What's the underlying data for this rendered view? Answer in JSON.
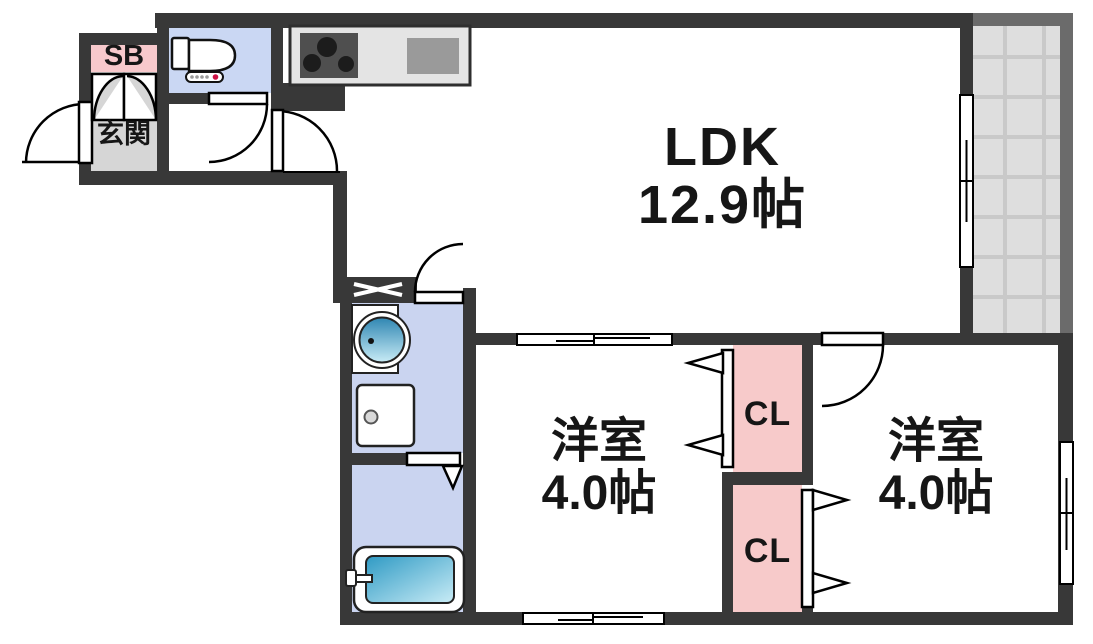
{
  "plan": {
    "rooms": {
      "ldk": {
        "name": "LDK",
        "size": "12.9帖"
      },
      "bedroom_center": {
        "name": "洋室",
        "size": "4.0帖"
      },
      "bedroom_right": {
        "name": "洋室",
        "size": "4.0帖"
      },
      "entrance": {
        "name": "玄関"
      },
      "shoe_box": {
        "label": "SB"
      },
      "closet_upper": {
        "label": "CL"
      },
      "closet_lower": {
        "label": "CL"
      }
    },
    "colors": {
      "wall": "#383838",
      "balcony_outer_wall": "#6b6b6b",
      "wet_room_floor": "#cad4f0",
      "toilet_room_floor": "#cad7f3",
      "closet_pink": "#f7caca",
      "shoe_box_pink": "#f7c9cc",
      "entrance_gray": "#d6d6d6",
      "balcony_floor": "#dedede",
      "balcony_grid": "#c9c9c9",
      "counter_gray": "#e4e4e4",
      "stove_dark": "#4f4f4f",
      "sink_gray": "#9a9a9a",
      "water_blue_dark": "#2f86b2",
      "water_blue_light": "#c9ecf6",
      "toilet_button_red": "#cc1144"
    },
    "icons": [
      "toilet-icon",
      "stove-icon",
      "sink-icon",
      "washbasin-icon",
      "washing-machine-icon",
      "bathtub-icon",
      "door-swing-icon",
      "sliding-window-icon",
      "folding-door-icon",
      "pipe-space-icon",
      "entrance-closet-icon"
    ]
  }
}
